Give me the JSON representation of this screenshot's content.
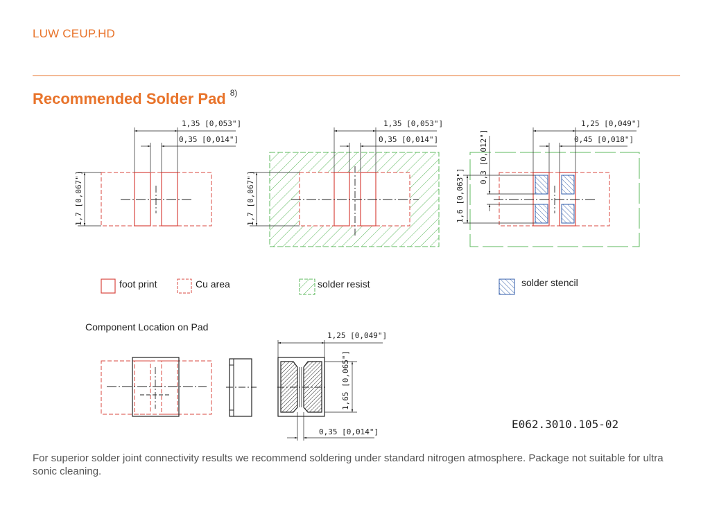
{
  "header": {
    "doc_code": "LUW CEUP.HD",
    "accent_color": "#e8732a"
  },
  "section": {
    "title": "Recommended Solder Pad",
    "footnote_ref": "8)"
  },
  "diagram_a": {
    "dim_pitch": "1,35 [0,053\"]",
    "dim_gap": "0,35 [0,014\"]",
    "dim_height": "1,7 [0,067\"]"
  },
  "diagram_b": {
    "dim_pitch": "1,35 [0,053\"]",
    "dim_gap": "0,35 [0,014\"]",
    "dim_height": "1,7 [0,067\"]"
  },
  "diagram_c": {
    "dim_pitch": "1,25 [0,049\"]",
    "dim_gap": "0,45 [0,018\"]",
    "dim_small": "0,3 [0,012\"]",
    "dim_height": "1,6 [0,063\"]"
  },
  "legend": {
    "foot_print": "foot print",
    "cu_area": "Cu area",
    "solder_resist": "solder resist",
    "solder_stencil": "solder stencil"
  },
  "component_location": {
    "title": "Component Location on Pad",
    "dim_width": "1,25 [0,049\"]",
    "dim_height": "1,65 [0,065\"]",
    "dim_gap": "0,35 [0,014\"]"
  },
  "drawing_number": "E062.3010.105-02",
  "footer_text": "For superior solder joint connectivity results we recommend soldering under standard nitrogen atmosphere. Package not suitable for ultra sonic cleaning.",
  "colors": {
    "footprint_red": "#d9473f",
    "resist_green": "#5cb85c",
    "stencil_blue": "#2d5aa8",
    "line_dark": "#222222"
  }
}
